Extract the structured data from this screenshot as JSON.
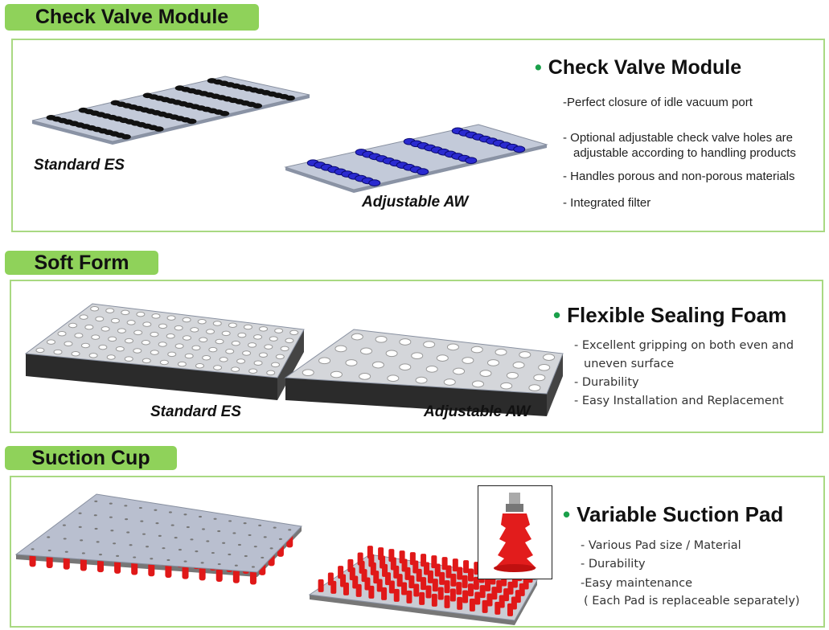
{
  "sections": [
    {
      "tab": "Check Valve Module",
      "heading": "Check Valve Module",
      "items": [
        "-Perfect closure of idle vacuum port",
        "- Optional adjustable check valve holes are",
        "adjustable according to handling products",
        "- Handles porous and non-porous materials",
        "- Integrated filter"
      ],
      "labels": [
        "Standard  ES",
        "Adjustable AW"
      ]
    },
    {
      "tab": "Soft Form",
      "heading": "Flexible Sealing Foam",
      "items": [
        "- Excellent gripping on both even and",
        "uneven surface",
        "- Durability",
        "- Easy Installation and Replacement"
      ],
      "labels": [
        "Standard ES",
        "Adjustable AW"
      ]
    },
    {
      "tab": "Suction Cup",
      "heading": "Variable Suction Pad",
      "items": [
        "- Various Pad size / Material",
        "- Durability",
        "-Easy maintenance",
        "( Each Pad is replaceable separately)"
      ]
    }
  ],
  "colors": {
    "accent": "#8fd25a",
    "border": "#a9d982",
    "bullet": "#1aa04a"
  }
}
